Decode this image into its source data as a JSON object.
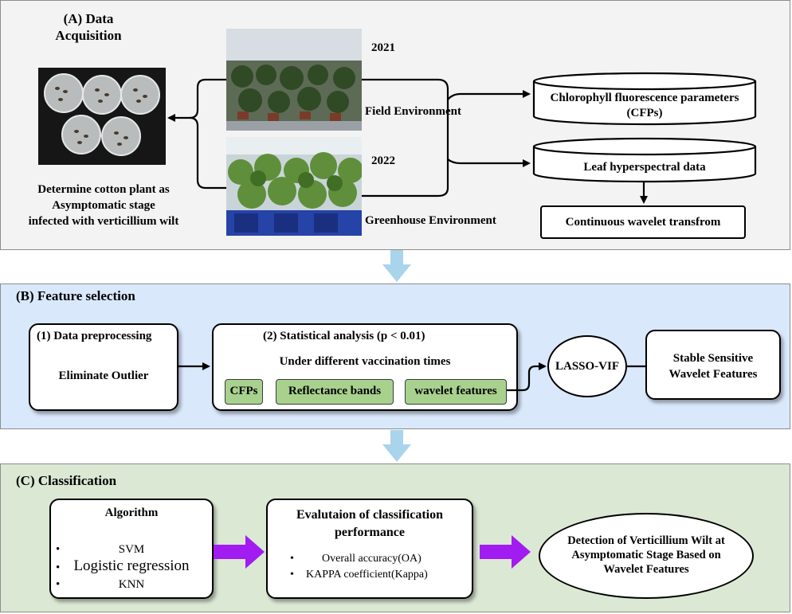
{
  "panel_a": {
    "title_line1": "(A) Data",
    "title_line2": "Acquisition",
    "year_2021": "2021",
    "year_2022": "2022",
    "field_label": "Field Environment",
    "greenhouse_label": "Greenhouse Environment",
    "determine_line1": "Determine cotton plant as",
    "determine_line2": "Asymptomatic stage",
    "determine_line3": "infected with verticillium wilt",
    "cfp_line1": "Chlorophyll fluorescence parameters",
    "cfp_line2": "(CFPs)",
    "hyper_label": "Leaf hyperspectral data",
    "cwt_label": "Continuous wavelet transfrom"
  },
  "panel_b": {
    "title": "(B) Feature selection",
    "step1_title": "(1) Data preprocessing",
    "step1_body": "Eliminate Outlier",
    "step2_title": "(2) Statistical analysis (p < 0.01)",
    "step2_sub": "Under different vaccination times",
    "tag_cfps": "CFPs",
    "tag_reflectance": "Reflectance bands",
    "tag_wavelet": "wavelet features",
    "lasso": "LASSO-VIF",
    "stable_line1": "Stable Sensitive",
    "stable_line2": "Wavelet Features"
  },
  "panel_c": {
    "title": "(C) Classification",
    "algo_title": "Algorithm",
    "algo_items": [
      "SVM",
      "Logistic regression",
      "KNN"
    ],
    "eval_title_line1": "Evalutaion of classification",
    "eval_title_line2": "performance",
    "eval_items": [
      "Overall accuracy(OA)",
      "KAPPA coefficient(Kappa)"
    ],
    "detect_line1": "Detection of Verticillium Wilt at",
    "detect_line2": "Asymptomatic Stage Based on",
    "detect_line3": "Wavelet Features"
  },
  "colors": {
    "panel_a_bg": "#f3f3f3",
    "panel_b_bg": "#dae8fc",
    "panel_c_bg": "#dbe8d3",
    "tag_green": "#a9d18e",
    "flow_arrow_blue": "#a9d4ec",
    "purple_arrow": "#a21bf0"
  }
}
